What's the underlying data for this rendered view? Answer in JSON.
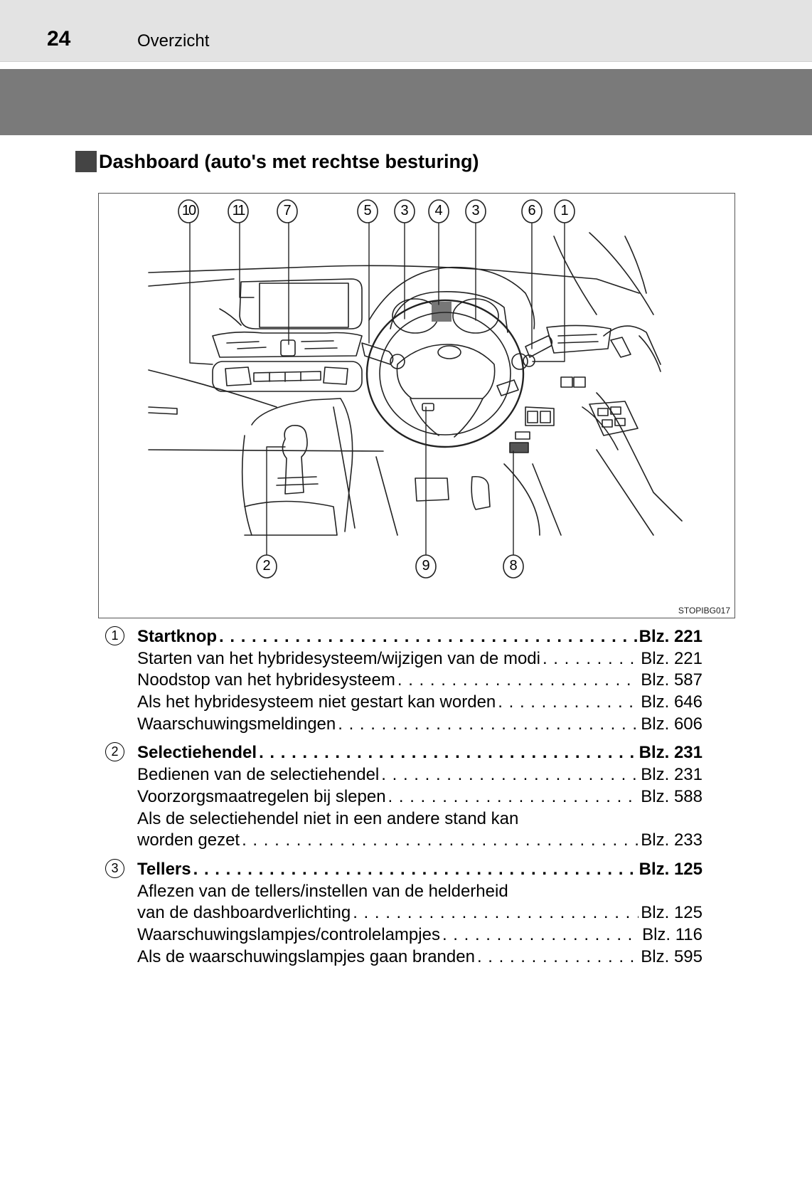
{
  "header": {
    "page_number": "24",
    "section": "Overzicht"
  },
  "heading": "Dashboard (auto's met rechtse besturing)",
  "figure": {
    "code": "STOPIBG017",
    "callouts_top": [
      "10",
      "11",
      "7",
      "5",
      "3",
      "4",
      "3",
      "6",
      "1"
    ],
    "callouts_bottom": [
      "2",
      "9",
      "8"
    ]
  },
  "entries": [
    {
      "number": "1",
      "title": "Startknop",
      "title_page": "Blz. 221",
      "items": [
        {
          "text": "Starten van het hybridesysteem/wijzigen van de modi",
          "page": "Blz. 221"
        },
        {
          "text": "Noodstop van het hybridesysteem",
          "page": "Blz. 587"
        },
        {
          "text": "Als het hybridesysteem niet gestart kan worden",
          "page": "Blz. 646"
        },
        {
          "text": "Waarschuwingsmeldingen",
          "page": "Blz. 606"
        }
      ]
    },
    {
      "number": "2",
      "title": "Selectiehendel",
      "title_page": "Blz. 231",
      "items": [
        {
          "text": "Bedienen van de selectiehendel",
          "page": "Blz. 231"
        },
        {
          "text": "Voorzorgsmaatregelen bij slepen",
          "page": "Blz. 588"
        },
        {
          "text": "Als de selectiehendel niet in een andere stand kan",
          "page": ""
        },
        {
          "text": "worden gezet",
          "page": "Blz. 233"
        }
      ]
    },
    {
      "number": "3",
      "title": "Tellers",
      "title_page": "Blz. 125",
      "items": [
        {
          "text": "Aflezen van de tellers/instellen van de helderheid",
          "page": ""
        },
        {
          "text": "van de dashboardverlichting",
          "page": "Blz. 125"
        },
        {
          "text": "Waarschuwingslampjes/controlelampjes",
          "page": "Blz. 116"
        },
        {
          "text": "Als de waarschuwingslampjes gaan branden",
          "page": "Blz. 595"
        }
      ]
    }
  ]
}
